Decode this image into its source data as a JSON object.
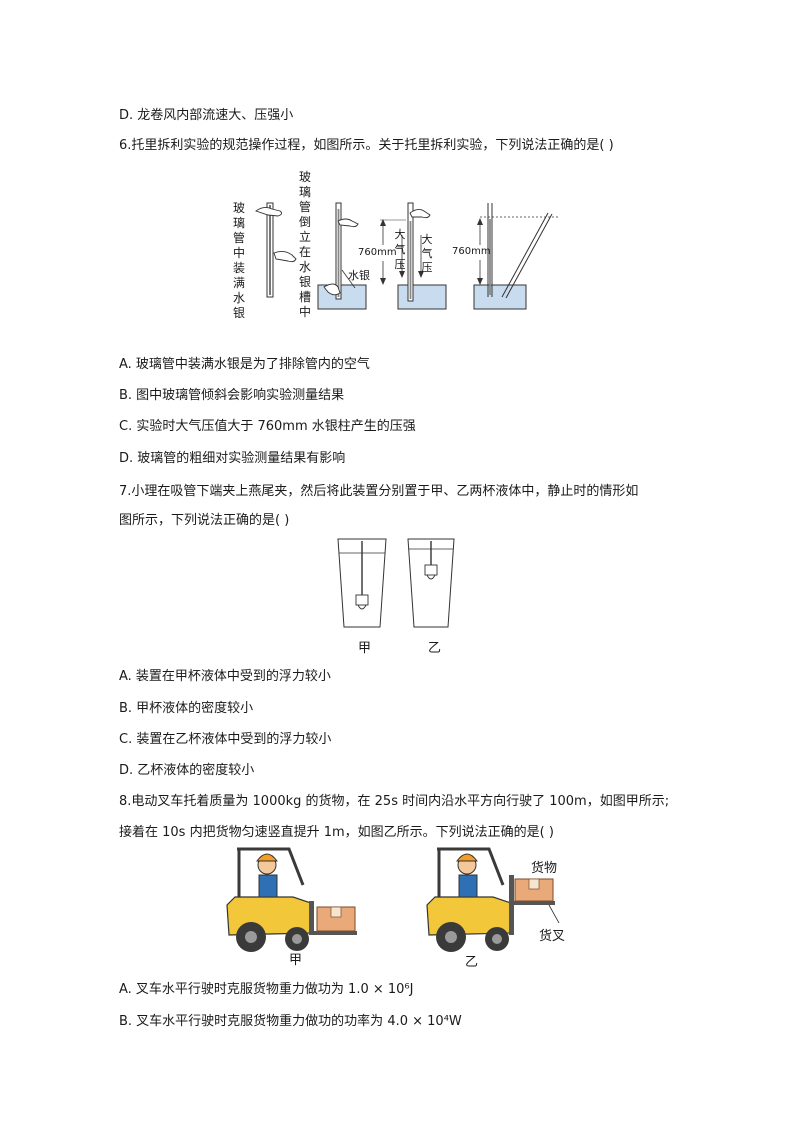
{
  "lines": {
    "q5_d": "D.  龙卷风内部流速大、压强小",
    "q6_stem": "6.托里拆利实验的规范操作过程，如图所示。关于托里拆利实验，下列说法正确的是(    )",
    "q6_a": "A.  玻璃管中装满水银是为了排除管内的空气",
    "q6_b": "B.  图中玻璃管倾斜会影响实验测量结果",
    "q6_c": "C.  实验时大气压值大于 760mm 水银柱产生的压强",
    "q6_d": "D.  玻璃管的粗细对实验测量结果有影响",
    "q7_stem1": "7.小理在吸管下端夹上燕尾夹，然后将此装置分别置于甲、乙两杯液体中，静止时的情形如",
    "q7_stem2": "图所示，下列说法正确的是(    )",
    "q7_a": "A.  装置在甲杯液体中受到的浮力较小",
    "q7_b": "B.  甲杯液体的密度较小",
    "q7_c": "C.  装置在乙杯液体中受到的浮力较小",
    "q7_d": "D.  乙杯液体的密度较小",
    "q8_stem1": "8.电动叉车托着质量为 1000kg 的货物，在 25s 时间内沿水平方向行驶了 100m，如图甲所示;",
    "q8_stem2": "接着在 10s 内把货物匀速竖直提升 1m，如图乙所示。下列说法正确的是(    )",
    "q8_a": "A.  叉车水平行驶时克服货物重力做功为 1.0 × 10⁶J",
    "q8_b": "B.  叉车水平行驶时克服货物重力做功的功率为 4.0 × 10⁴W"
  },
  "fig6": {
    "v1": "玻璃管中装满水银",
    "v2": "玻璃管倒立在水银槽中",
    "mm1": "760mm",
    "mm2": "760mm",
    "atm1": "大气压",
    "atm2": "大气压",
    "hg": "水银"
  },
  "fig7": {
    "cap_jia": "甲",
    "cap_yi": "乙"
  },
  "fig8": {
    "cap_jia": "甲",
    "cap_yi": "乙",
    "cargo": "货物",
    "fork": "货叉"
  }
}
